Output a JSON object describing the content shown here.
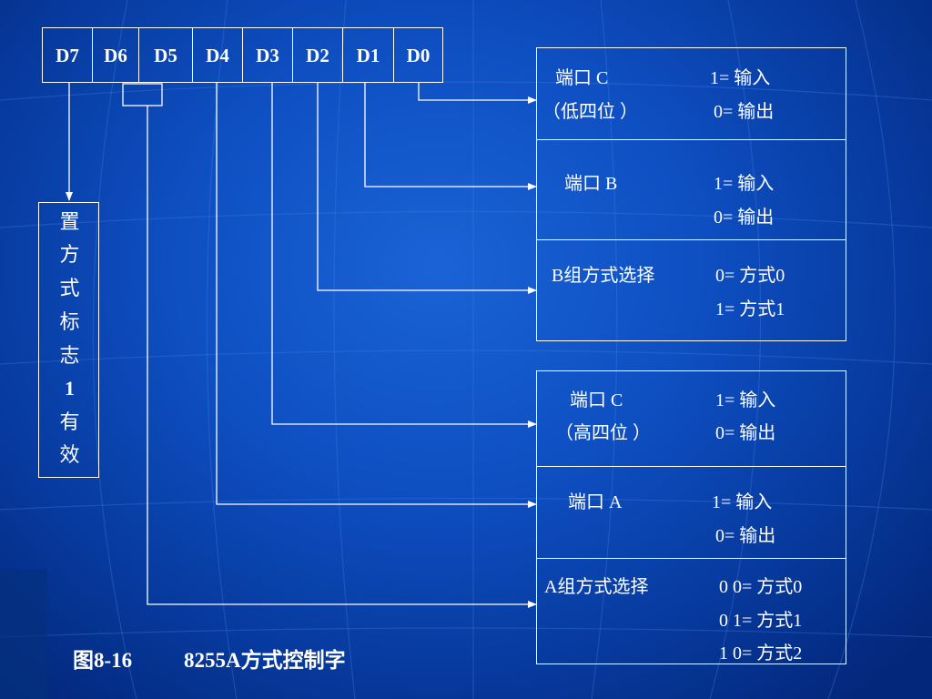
{
  "bits": [
    "D7",
    "D6",
    "D5",
    "D4",
    "D3",
    "D2",
    "D1",
    "D0"
  ],
  "mode_flag": {
    "chars": [
      "置",
      "方",
      "式",
      "标",
      "志",
      "1",
      "有",
      "效"
    ]
  },
  "group_b": {
    "port_c_low": {
      "name": "端口 C",
      "sub": "（低四位 ）",
      "opt1": "1= 输入",
      "opt2": "0= 输出"
    },
    "port_b": {
      "name": "端口 B",
      "opt1": "1= 输入",
      "opt2": "0= 输出"
    },
    "mode_select": {
      "name": "B组方式选择",
      "opt1": "0= 方式0",
      "opt2": "1= 方式1"
    }
  },
  "group_a": {
    "port_c_high": {
      "name": "端口 C",
      "sub": "（高四位 ）",
      "opt1": "1= 输入",
      "opt2": "0= 输出"
    },
    "port_a": {
      "name": "端口 A",
      "opt1": "1=  输入",
      "opt2": "0=  输出"
    },
    "mode_select": {
      "name": "A组方式选择",
      "opt1": "0 0= 方式0",
      "opt2": "0 1= 方式1",
      "opt3": "1 0= 方式2"
    }
  },
  "caption": {
    "figure": "图8-16",
    "title": "8255A方式控制字"
  },
  "colors": {
    "background": "#0e4fc2",
    "lines": "#ffffff",
    "text": "#ffffff"
  }
}
